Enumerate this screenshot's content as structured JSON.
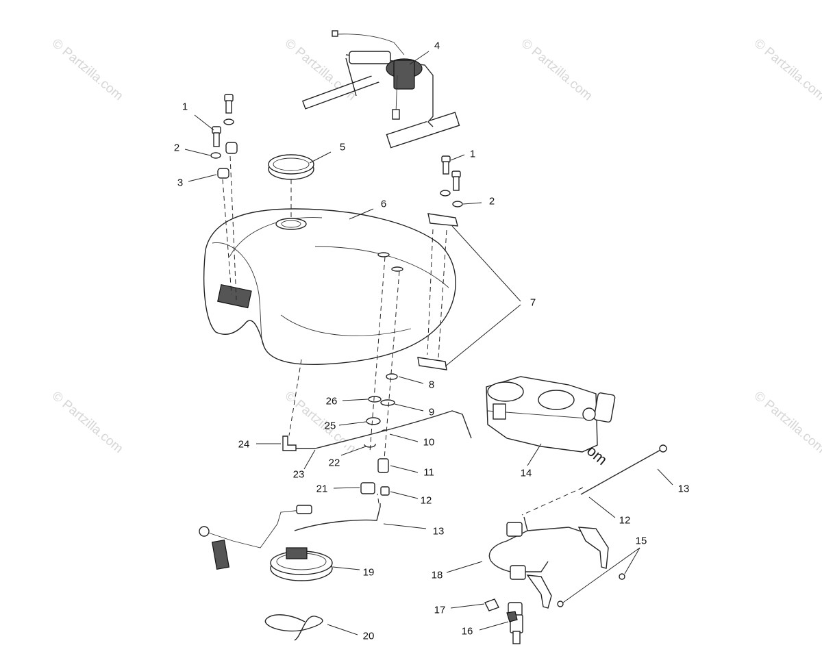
{
  "watermark": "© Partzilla.com",
  "callouts": [
    {
      "id": "c1a",
      "text": "1"
    },
    {
      "id": "c2a",
      "text": "2"
    },
    {
      "id": "c3",
      "text": "3"
    },
    {
      "id": "c4",
      "text": "4"
    },
    {
      "id": "c5",
      "text": "5"
    },
    {
      "id": "c1b",
      "text": "1"
    },
    {
      "id": "c6",
      "text": "6"
    },
    {
      "id": "c2b",
      "text": "2"
    },
    {
      "id": "c7",
      "text": "7"
    },
    {
      "id": "c8",
      "text": "8"
    },
    {
      "id": "c26",
      "text": "26"
    },
    {
      "id": "c9",
      "text": "9"
    },
    {
      "id": "c25",
      "text": "25"
    },
    {
      "id": "c10",
      "text": "10"
    },
    {
      "id": "c24",
      "text": "24"
    },
    {
      "id": "c22",
      "text": "22"
    },
    {
      "id": "c23",
      "text": "23"
    },
    {
      "id": "c11",
      "text": "11"
    },
    {
      "id": "c21",
      "text": "21"
    },
    {
      "id": "c12a",
      "text": "12"
    },
    {
      "id": "c13a",
      "text": "13"
    },
    {
      "id": "c14",
      "text": "14"
    },
    {
      "id": "c13b",
      "text": "13"
    },
    {
      "id": "c12b",
      "text": "12"
    },
    {
      "id": "c15",
      "text": "15"
    },
    {
      "id": "c18",
      "text": "18"
    },
    {
      "id": "c19",
      "text": "19"
    },
    {
      "id": "c17",
      "text": "17"
    },
    {
      "id": "c16",
      "text": "16"
    },
    {
      "id": "c20",
      "text": "20"
    }
  ]
}
